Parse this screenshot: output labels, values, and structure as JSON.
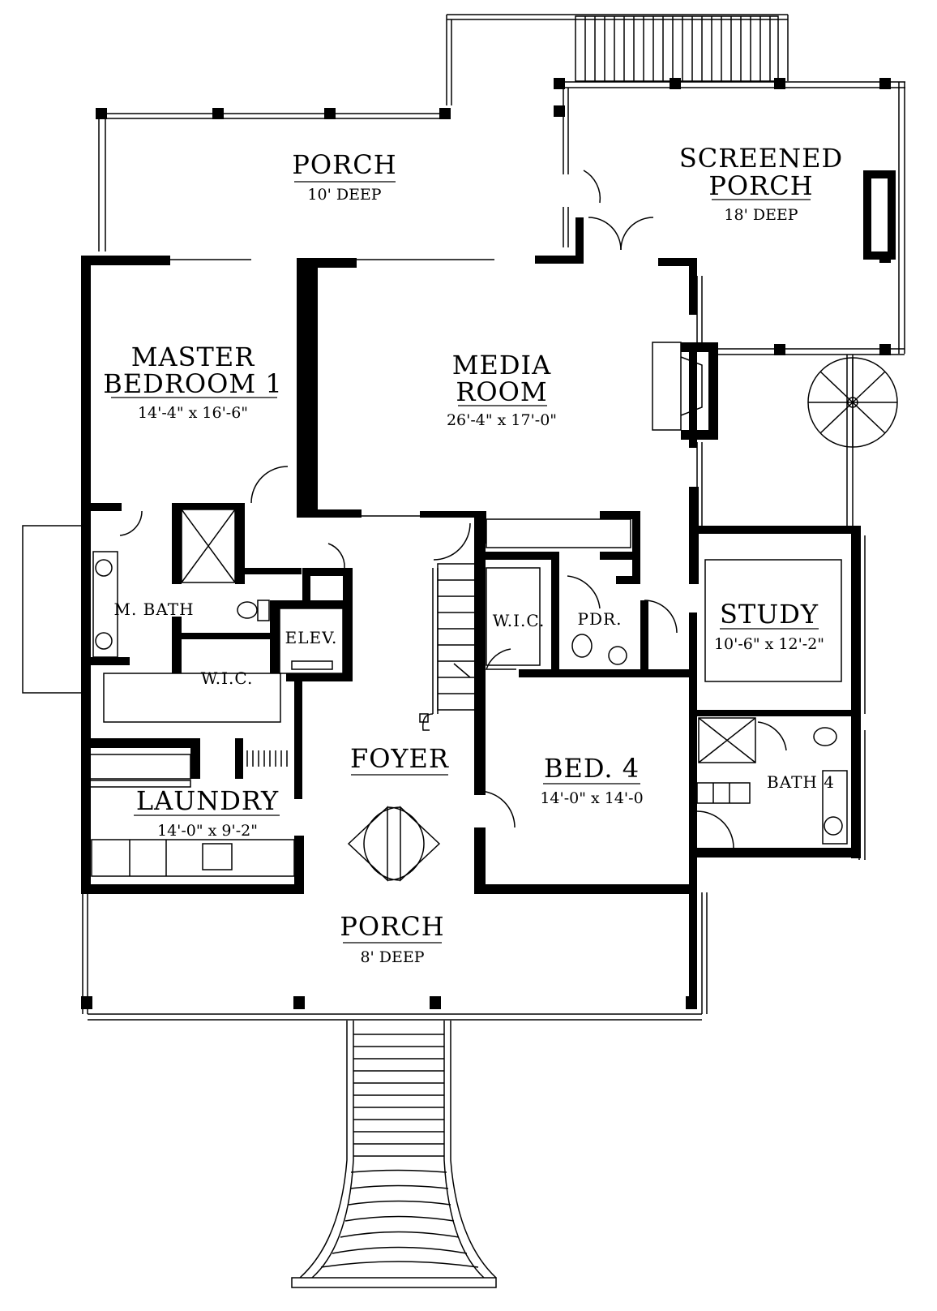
{
  "rooms": {
    "porch_rear": {
      "name": "PORCH",
      "dim": "10' DEEP"
    },
    "screened_porch": {
      "line1": "SCREENED",
      "line2": "PORCH",
      "dim": "18' DEEP"
    },
    "master_bedroom": {
      "line1": "MASTER",
      "line2": "BEDROOM 1",
      "dim": "14'-4\" x 16'-6\""
    },
    "media_room": {
      "line1": "MEDIA",
      "line2": "ROOM",
      "dim": "26'-4\" x 17'-0\""
    },
    "m_bath": {
      "name": "M. BATH"
    },
    "elev": {
      "name": "ELEV."
    },
    "wic_master": {
      "name": "W.I.C."
    },
    "wic_center": {
      "name": "W.I.C."
    },
    "pdr": {
      "name": "PDR."
    },
    "study": {
      "name": "STUDY",
      "dim": "10'-6\" x 12'-2\""
    },
    "foyer": {
      "name": "FOYER"
    },
    "bed4": {
      "name": "BED. 4",
      "dim": "14'-0\" x 14'-0"
    },
    "bath4": {
      "name": "BATH 4"
    },
    "laundry": {
      "name": "LAUNDRY",
      "dim": "14'-0\" x 9'-2\""
    },
    "porch_front": {
      "name": "PORCH",
      "dim": "8' DEEP"
    }
  }
}
